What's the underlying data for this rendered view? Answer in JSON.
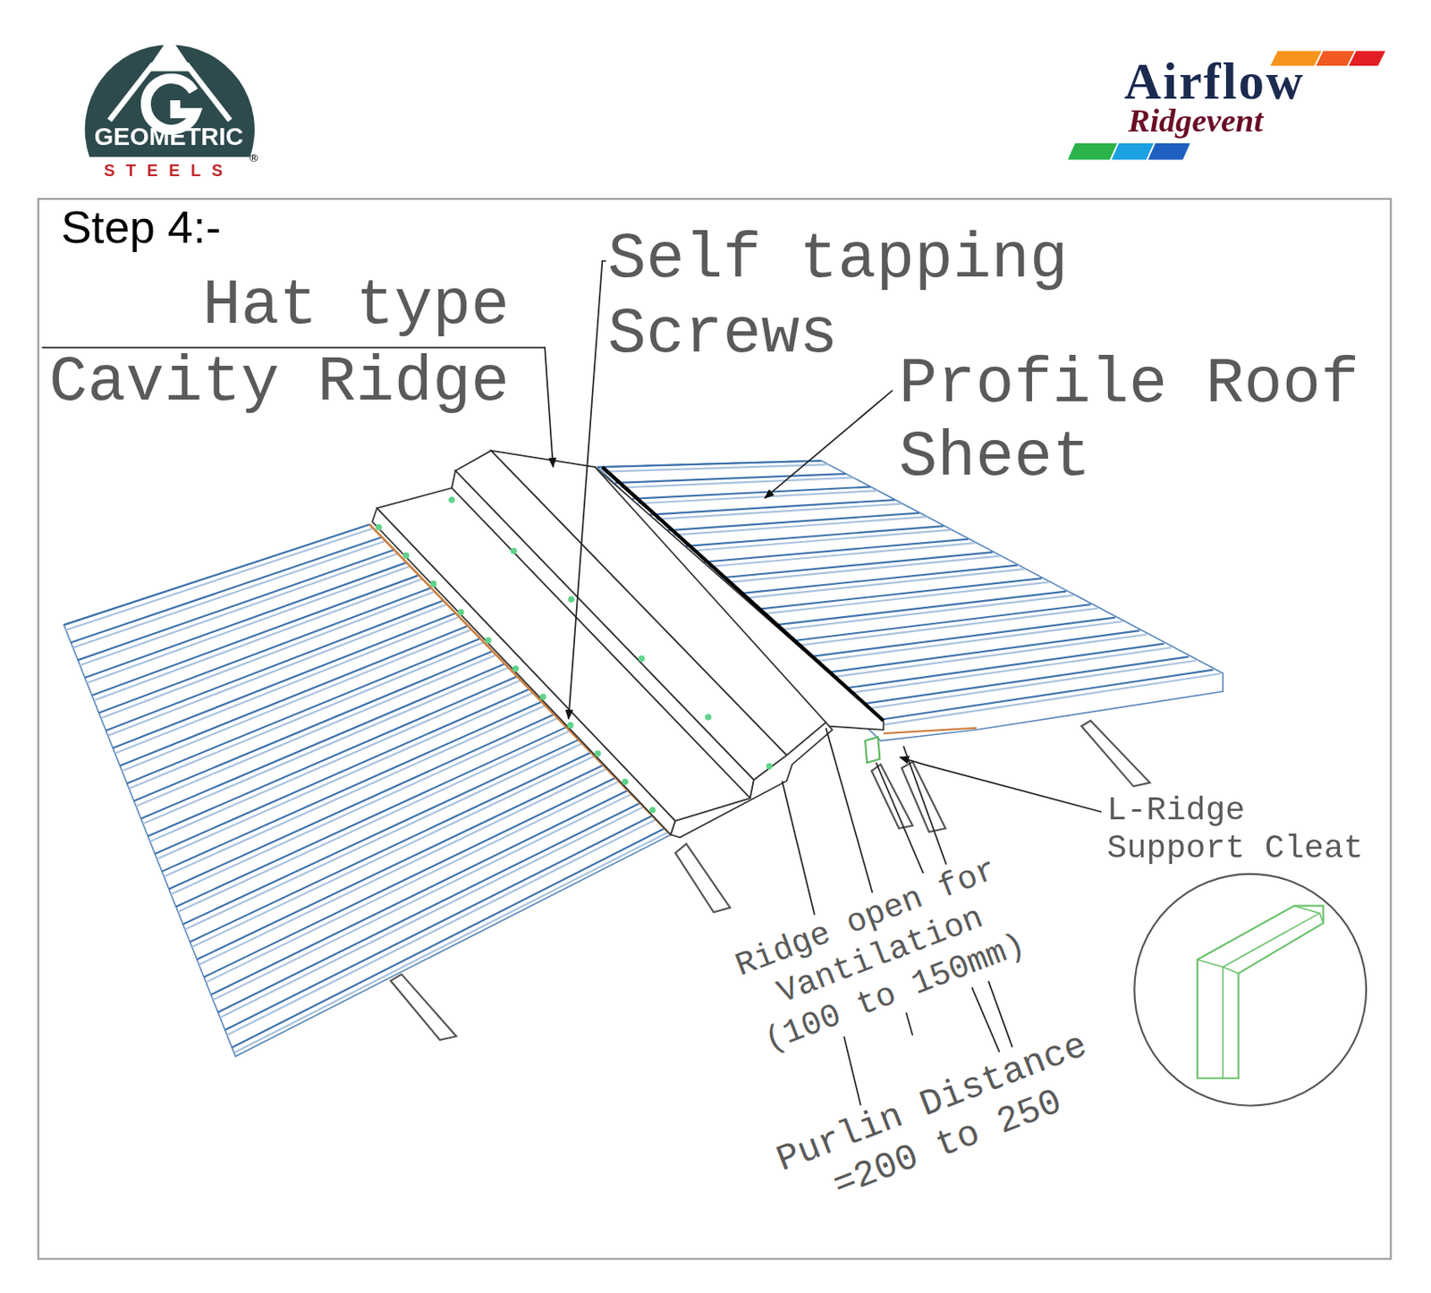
{
  "diagram": {
    "title": "Step 4:-",
    "labels": [
      "GEOMETRIC",
      "STEELS",
      "®",
      "Airflow",
      "Ridgevent",
      "Hat type Cavity Ridge",
      "Self tapping Screws",
      "Profile Roof Sheet",
      "L-Ridge Support Cleat",
      "Ridge open for Vantilation (100 to 150mm)",
      "Purlin Distance =200 to 250"
    ]
  }
}
